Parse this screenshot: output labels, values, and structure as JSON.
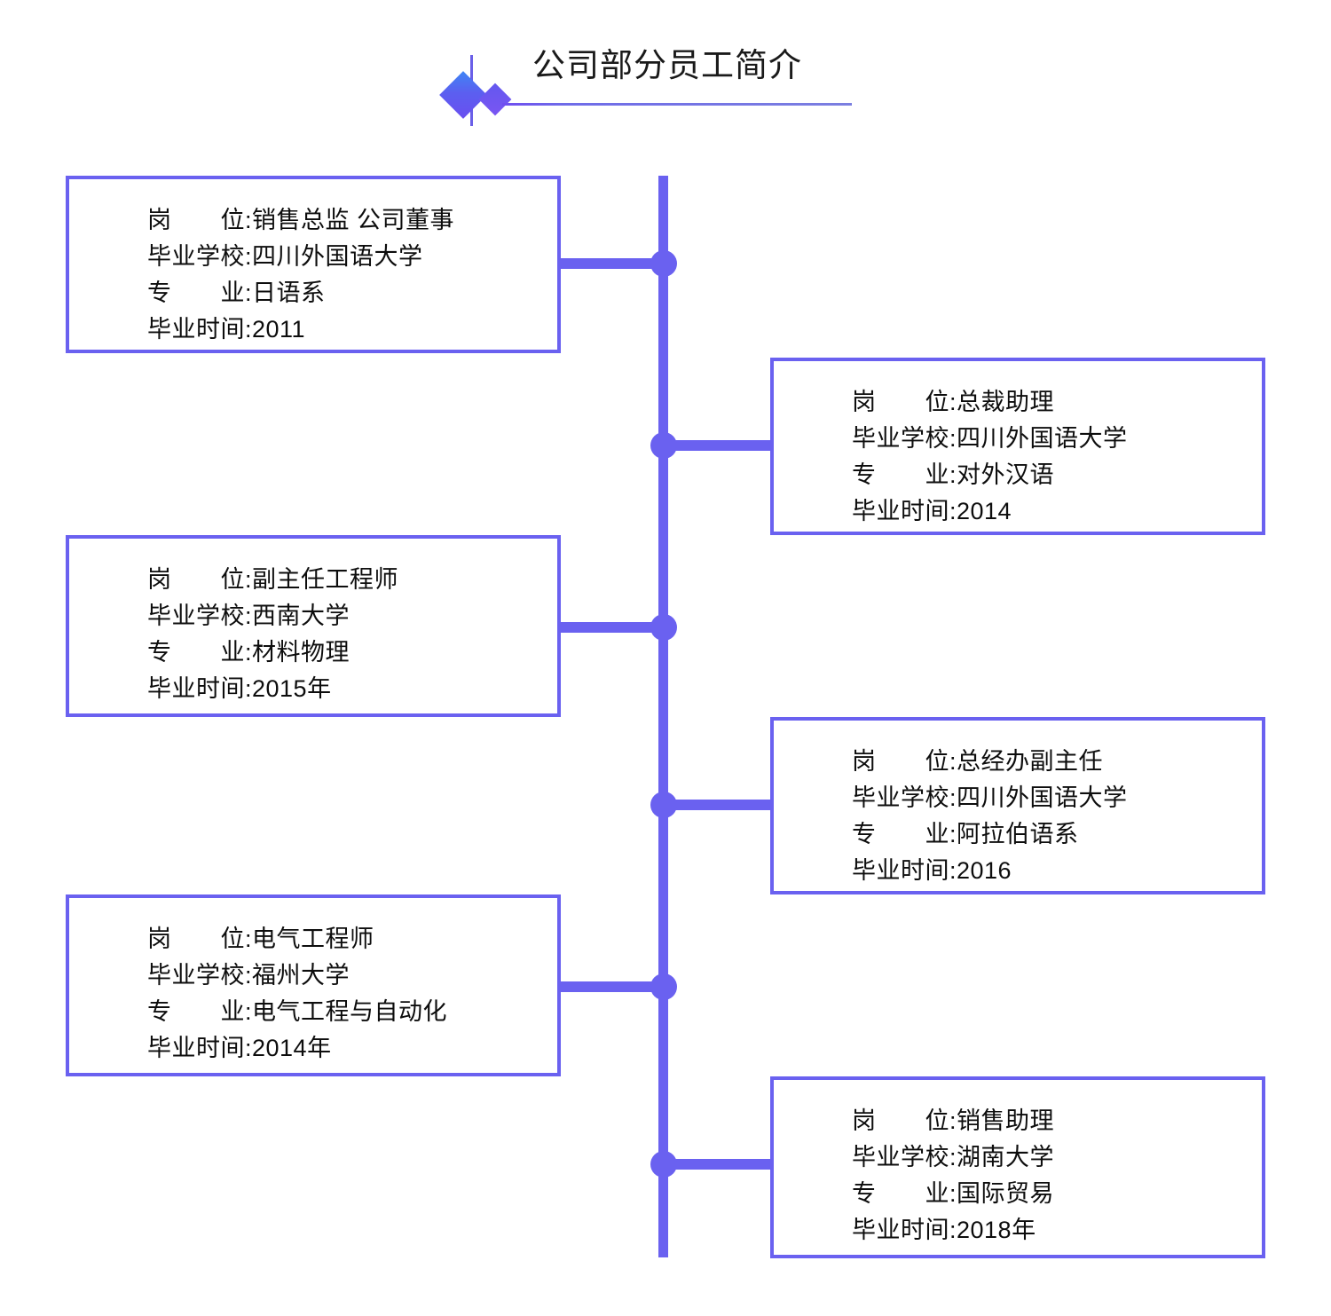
{
  "header": {
    "title": "公司部分员工简介",
    "accent_color": "#6a61f0",
    "title_color": "#1a1a1a",
    "decor": {
      "large_diamond": "diamond-large",
      "small_diamond": "diamond-small",
      "rule": "horizontal-rule"
    }
  },
  "diagram": {
    "type": "timeline",
    "accent_color": "#6a61f0",
    "node_count": 6,
    "entries": [
      {
        "side": "left",
        "position_label": "岗　　位:销售总监 公司董事",
        "school_label": "毕业学校:四川外国语大学",
        "major_label": "专　　业:日语系",
        "year_label": "毕业时间:2011",
        "position": "销售总监 公司董事",
        "school": "四川外国语大学",
        "major": "日语系",
        "year": "2011"
      },
      {
        "side": "right",
        "position_label": "岗　　位:总裁助理",
        "school_label": "毕业学校:四川外国语大学",
        "major_label": "专　　业:对外汉语",
        "year_label": "毕业时间:2014",
        "position": "总裁助理",
        "school": "四川外国语大学",
        "major": "对外汉语",
        "year": "2014"
      },
      {
        "side": "left",
        "position_label": "岗　　位:副主任工程师",
        "school_label": "毕业学校:西南大学",
        "major_label": "专　　业:材料物理",
        "year_label": "毕业时间:2015年",
        "position": "副主任工程师",
        "school": "西南大学",
        "major": "材料物理",
        "year": "2015年"
      },
      {
        "side": "right",
        "position_label": "岗　　位:总经办副主任",
        "school_label": "毕业学校:四川外国语大学",
        "major_label": "专　　业:阿拉伯语系",
        "year_label": "毕业时间:2016",
        "position": "总经办副主任",
        "school": "四川外国语大学",
        "major": "阿拉伯语系",
        "year": "2016"
      },
      {
        "side": "left",
        "position_label": "岗　　位:电气工程师",
        "school_label": "毕业学校:福州大学",
        "major_label": "专　　业:电气工程与自动化",
        "year_label": "毕业时间:2014年",
        "position": "电气工程师",
        "school": "福州大学",
        "major": "电气工程与自动化",
        "year": "2014年"
      },
      {
        "side": "right",
        "position_label": "岗　　位:销售助理",
        "school_label": "毕业学校:湖南大学",
        "major_label": "专　　业:国际贸易",
        "year_label": "毕业时间:2018年",
        "position": "销售助理",
        "school": "湖南大学",
        "major": "国际贸易",
        "year": "2018年"
      }
    ]
  }
}
